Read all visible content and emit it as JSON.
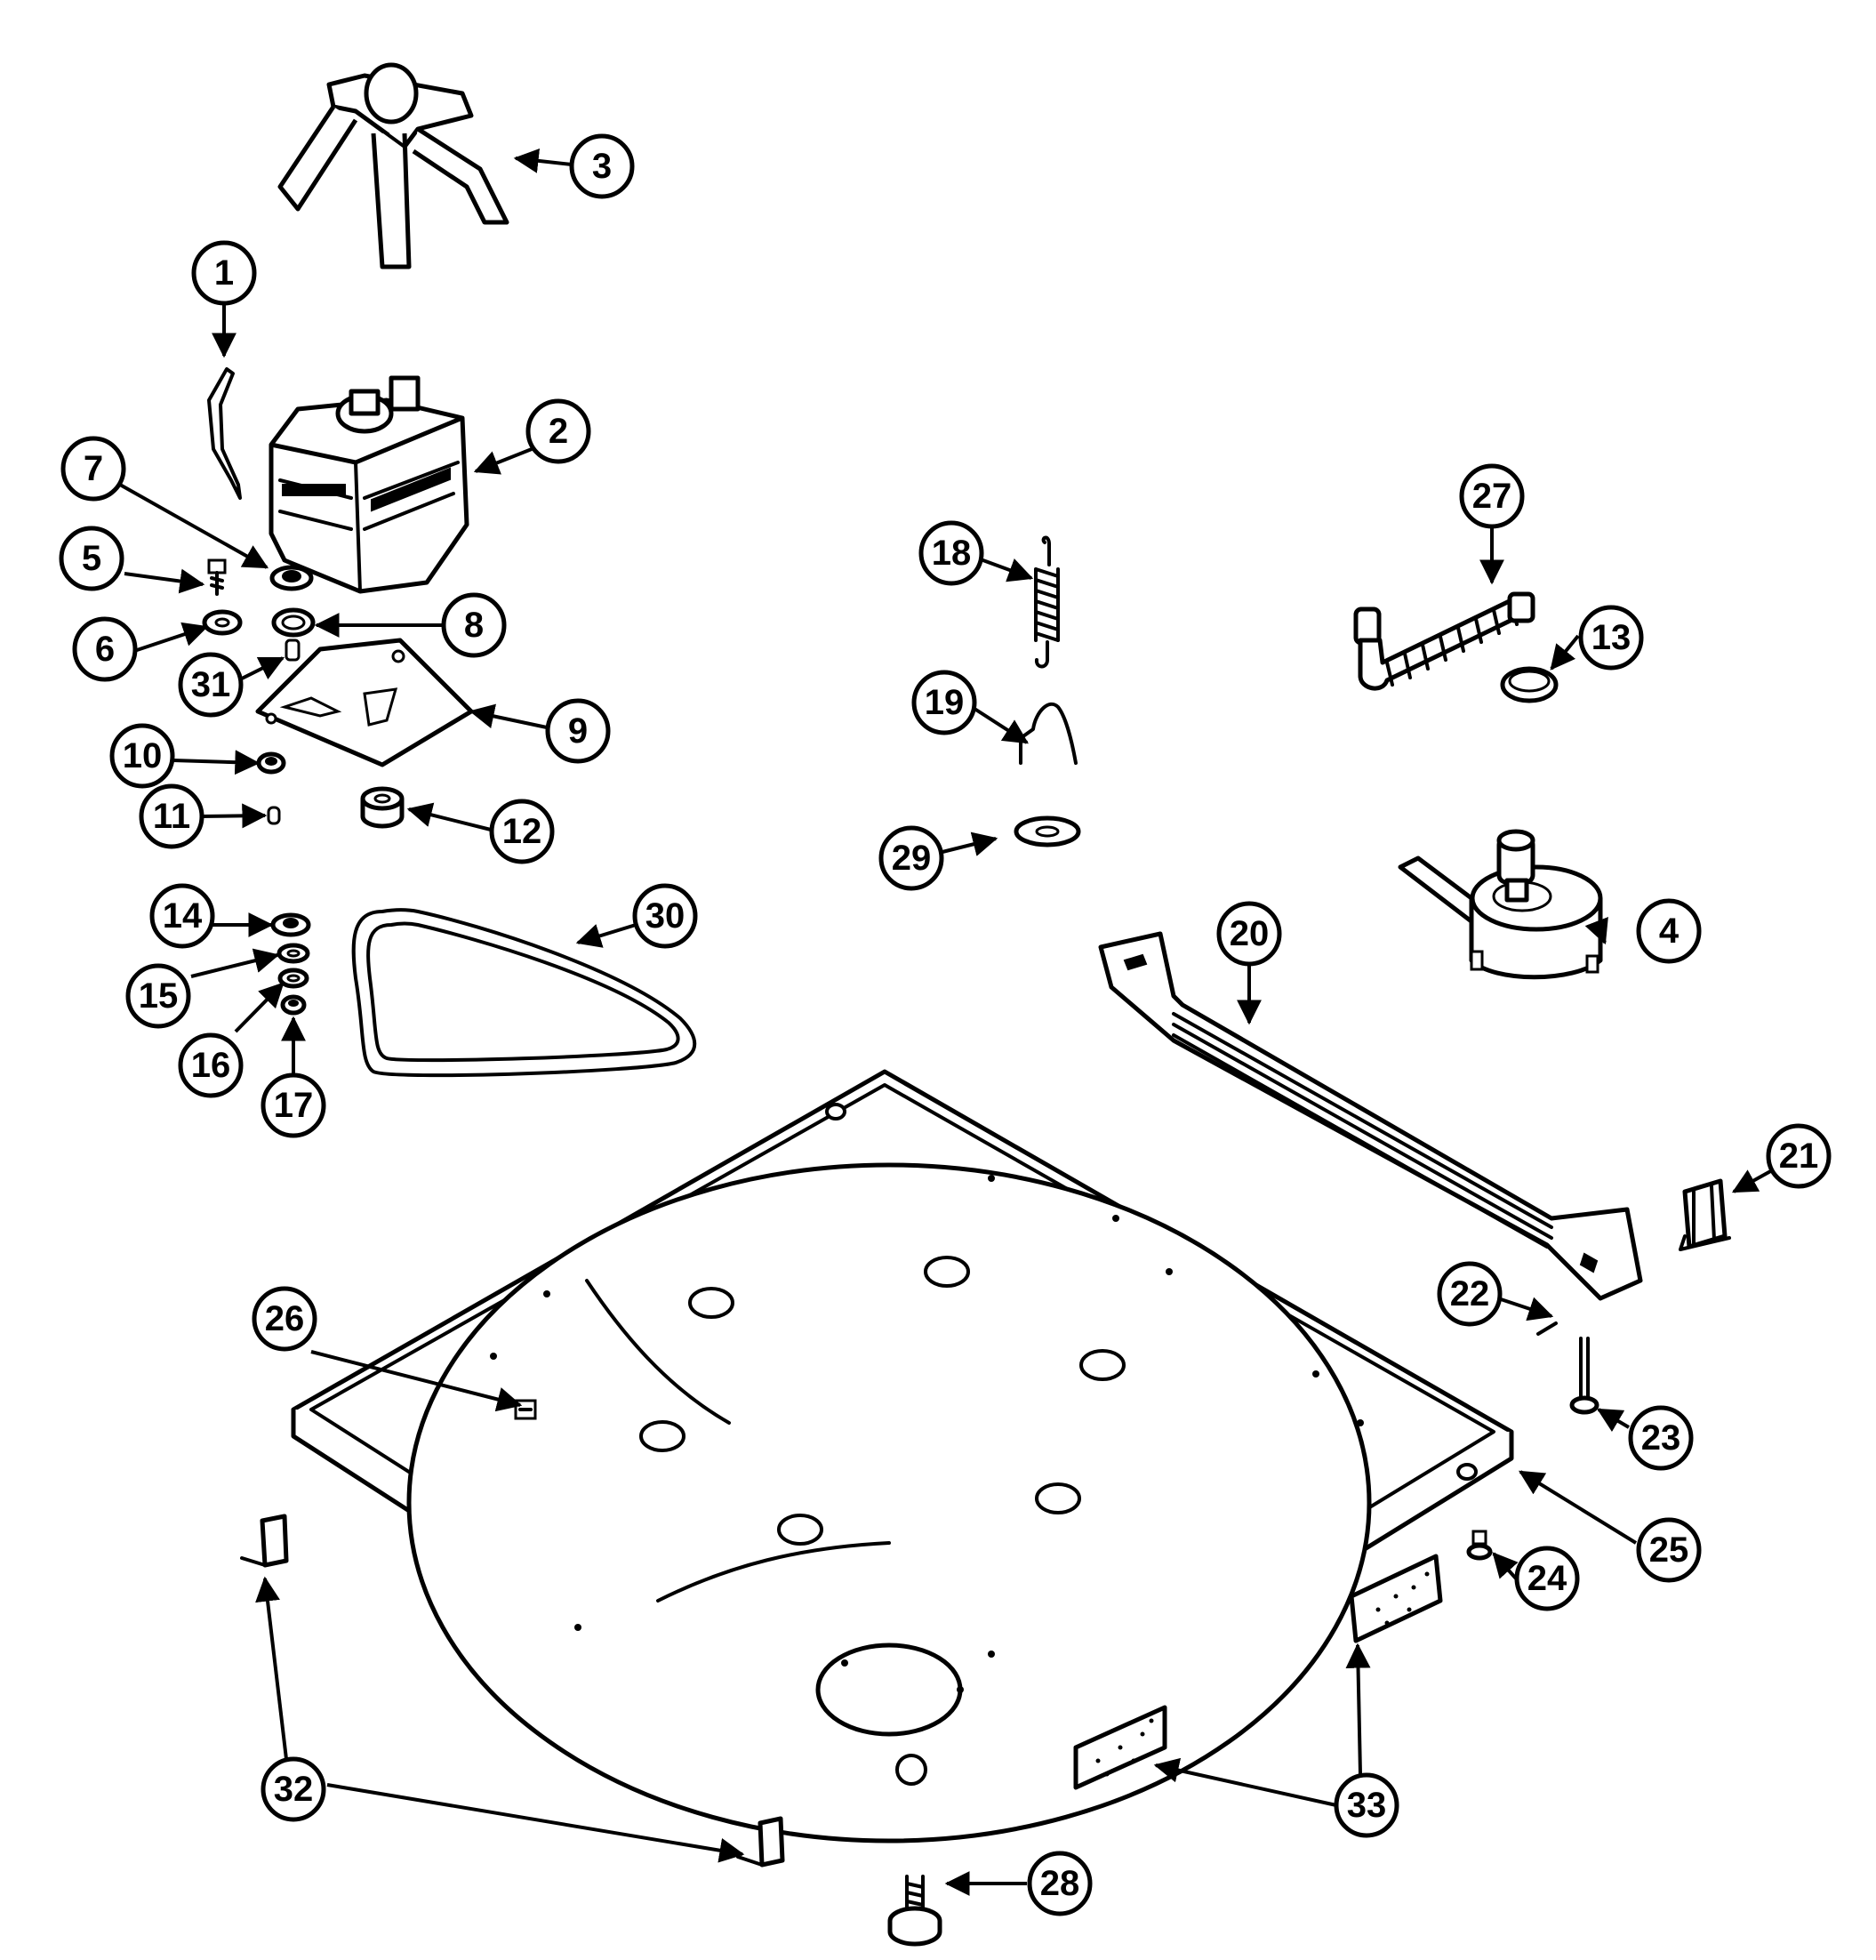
{
  "callouts": [
    {
      "id": "1",
      "label": "1"
    },
    {
      "id": "2",
      "label": "2"
    },
    {
      "id": "3",
      "label": "3"
    },
    {
      "id": "4",
      "label": "4"
    },
    {
      "id": "5",
      "label": "5"
    },
    {
      "id": "6",
      "label": "6"
    },
    {
      "id": "7",
      "label": "7"
    },
    {
      "id": "8",
      "label": "8"
    },
    {
      "id": "9",
      "label": "9"
    },
    {
      "id": "10",
      "label": "10"
    },
    {
      "id": "11",
      "label": "11"
    },
    {
      "id": "12",
      "label": "12"
    },
    {
      "id": "13",
      "label": "13"
    },
    {
      "id": "14",
      "label": "14"
    },
    {
      "id": "15",
      "label": "15"
    },
    {
      "id": "16",
      "label": "16"
    },
    {
      "id": "17",
      "label": "17"
    },
    {
      "id": "18",
      "label": "18"
    },
    {
      "id": "19",
      "label": "19"
    },
    {
      "id": "20",
      "label": "20"
    },
    {
      "id": "21",
      "label": "21"
    },
    {
      "id": "22",
      "label": "22"
    },
    {
      "id": "23",
      "label": "23"
    },
    {
      "id": "24",
      "label": "24"
    },
    {
      "id": "25",
      "label": "25"
    },
    {
      "id": "26",
      "label": "26"
    },
    {
      "id": "27",
      "label": "27"
    },
    {
      "id": "28",
      "label": "28"
    },
    {
      "id": "29",
      "label": "29"
    },
    {
      "id": "30",
      "label": "30"
    },
    {
      "id": "31",
      "label": "31"
    },
    {
      "id": "32",
      "label": "32"
    },
    {
      "id": "33",
      "label": "33"
    }
  ],
  "colors": {
    "line": "#000000",
    "background": "#ffffff"
  }
}
